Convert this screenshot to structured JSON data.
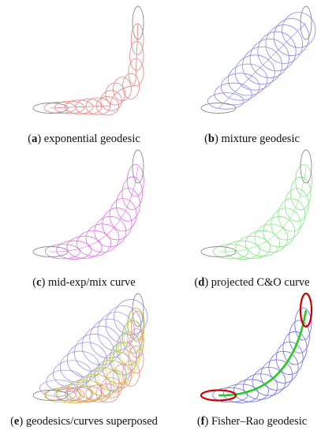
{
  "panels": [
    {
      "letter": "a",
      "caption": "exponential geodesic",
      "type": "exponential",
      "stroke": "#f08080"
    },
    {
      "letter": "b",
      "caption": "mixture geodesic",
      "type": "mixture",
      "stroke": "#8a8af0"
    },
    {
      "letter": "c",
      "caption": "mid-exp/mix curve",
      "type": "midexpmix",
      "stroke": "#e070e8"
    },
    {
      "letter": "d",
      "caption": "projected C&O curve",
      "type": "projected",
      "stroke": "#80e880"
    },
    {
      "letter": "e",
      "caption": "geodesics/curves superposed",
      "type": "superposed",
      "stroke": "#999999"
    },
    {
      "letter": "f",
      "caption": "Fisher–Rao geodesic",
      "type": "fisherrao",
      "stroke": "#6a6af0"
    }
  ],
  "endpoint_stroke": "#8c8c8c",
  "fisher_rao_endpoint_stroke": "#cc0000",
  "fisher_rao_path_stroke": "#22cc22"
}
